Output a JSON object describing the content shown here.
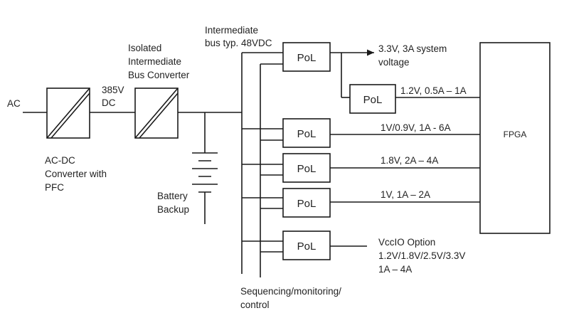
{
  "colors": {
    "line": "#1a1a1a",
    "text": "#222222",
    "background": "#ffffff"
  },
  "labels": {
    "ac": "AC",
    "dc_385_line1": "385V",
    "dc_385_line2": "DC",
    "acdc_line1": "AC-DC",
    "acdc_line2": "Converter with",
    "acdc_line3": "PFC",
    "ibc_line1": "Isolated",
    "ibc_line2": "Intermediate",
    "ibc_line3": "Bus Converter",
    "bus_line1": "Intermediate",
    "bus_line2": "bus typ. 48VDC",
    "battery_line1": "Battery",
    "battery_line2": "Backup",
    "seq_line1": "Sequencing/monitoring/",
    "seq_line2": "control",
    "fpga": "FPGA"
  },
  "pol_modules": [
    {
      "label": "PoL"
    },
    {
      "label": "PoL"
    },
    {
      "label": "PoL"
    },
    {
      "label": "PoL"
    },
    {
      "label": "PoL"
    },
    {
      "label": "PoL"
    }
  ],
  "rails": {
    "sys_line1": "3.3V, 3A system",
    "sys_line2": "voltage",
    "r12": "1.2V, 0.5A – 1A",
    "r1v09": "1V/0.9V, 1A - 6A",
    "r18": "1.8V, 2A – 4A",
    "r1v": "1V, 1A – 2A",
    "vccio_line1": "VccIO Option",
    "vccio_line2": "1.2V/1.8V/2.5V/3.3V",
    "vccio_line3": "1A – 4A"
  }
}
